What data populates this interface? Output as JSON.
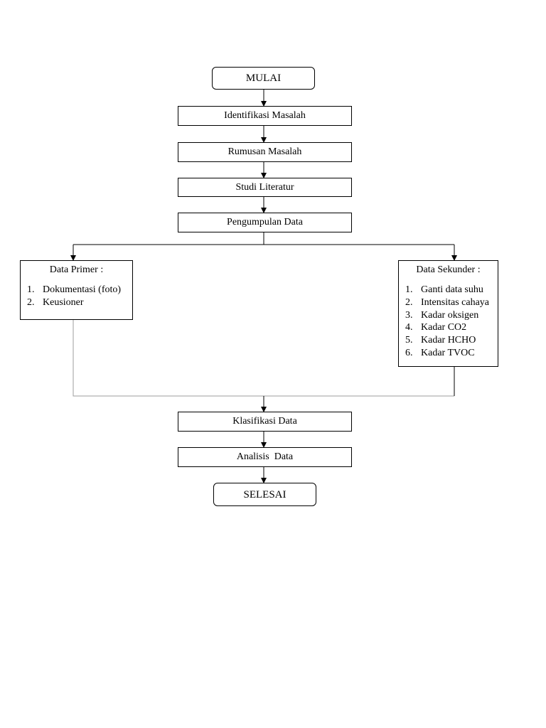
{
  "flow": {
    "start": "MULAI",
    "steps_top": [
      "Identifikasi Masalah",
      "Rumusan Masalah",
      "Studi Literatur",
      "Pengumpulan Data"
    ],
    "primer": {
      "title": "Data Primer :",
      "items": [
        {
          "num": "1.",
          "text": "Dokumentasi (foto)"
        },
        {
          "num": "2.",
          "text": "Keusioner"
        }
      ]
    },
    "sekunder": {
      "title": "Data Sekunder :",
      "items": [
        {
          "num": "1.",
          "text": "Ganti data suhu"
        },
        {
          "num": "2.",
          "text": "Intensitas cahaya"
        },
        {
          "num": "3.",
          "text": "Kadar oksigen"
        },
        {
          "num": "4.",
          "text": "Kadar CO2"
        },
        {
          "num": "5.",
          "text": "Kadar HCHO"
        },
        {
          "num": "6.",
          "text": "Kadar TVOC"
        }
      ]
    },
    "steps_bottom": [
      "Klasifikasi Data",
      "Analisis  Data"
    ],
    "end": "SELESAI"
  },
  "colors": {
    "line": "#000000",
    "merge_line": "#9e9e9e",
    "background": "#ffffff"
  }
}
